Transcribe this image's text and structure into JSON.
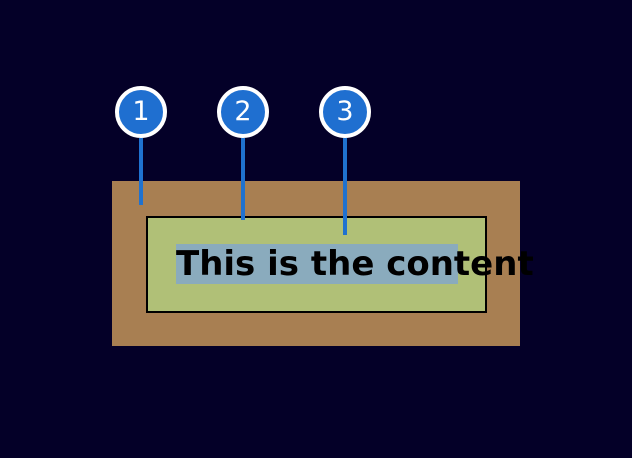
{
  "diagram": {
    "background_color": "#040028",
    "outer_container": {
      "name": "outer-brown-container",
      "color": "#a87f52"
    },
    "inner_container": {
      "name": "inner-green-box",
      "color": "#b0c077",
      "border_color": "#000000"
    },
    "content": {
      "text": "This is the content",
      "highlight_color": "#8aabbd",
      "text_color": "#000000"
    },
    "callouts": [
      {
        "number": "1",
        "target": "outer-brown-container",
        "color": "#1f6fd0",
        "ring_color": "#ffffff",
        "line_color": "#1f72d0"
      },
      {
        "number": "2",
        "target": "inner-green-box",
        "color": "#1f6fd0",
        "ring_color": "#ffffff",
        "line_color": "#1f72d0"
      },
      {
        "number": "3",
        "target": "content-text",
        "color": "#1f6fd0",
        "ring_color": "#ffffff",
        "line_color": "#1f72d0"
      }
    ]
  }
}
